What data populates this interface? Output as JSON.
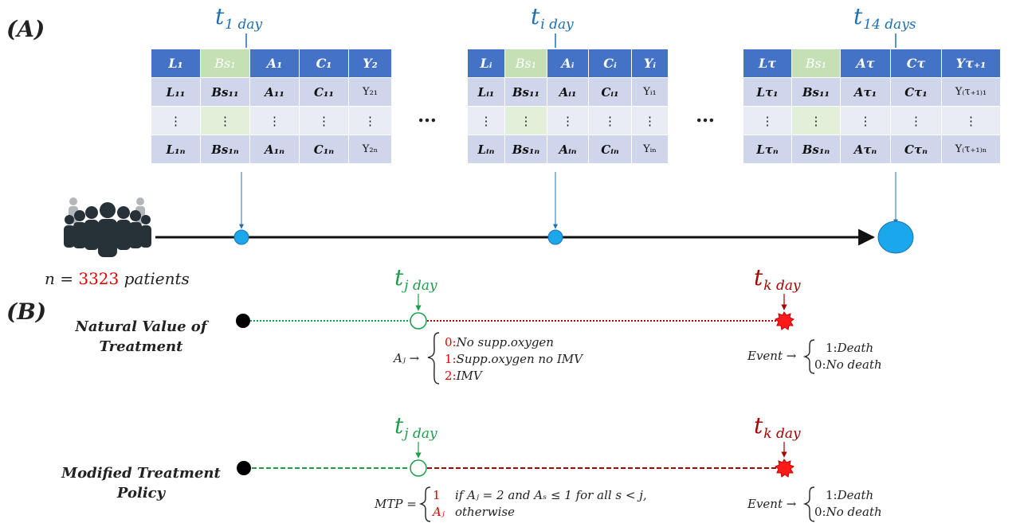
{
  "panel_a_label": "(A)",
  "panel_b_label": "(B)",
  "time_labels_a": [
    {
      "t": "t",
      "sub": "1 day"
    },
    {
      "t": "t",
      "sub": "i day"
    },
    {
      "t": "t",
      "sub": "14 days"
    }
  ],
  "tables": [
    {
      "header": [
        "L₁",
        "Bs₁",
        "A₁",
        "C₁",
        "Y₂"
      ],
      "row1": [
        "L₁₁",
        "Bs₁₁",
        "A₁₁",
        "C₁₁",
        "Y₂₁"
      ],
      "row2": [
        "⋮",
        "⋮",
        "⋮",
        "⋮",
        "⋮"
      ],
      "row3": [
        "L₁ₙ",
        "Bs₁ₙ",
        "A₁ₙ",
        "C₁ₙ",
        "Y₂ₙ"
      ]
    },
    {
      "header": [
        "Lᵢ",
        "Bs₁",
        "Aᵢ",
        "Cᵢ",
        "Yᵢ"
      ],
      "row1": [
        "Lᵢ₁",
        "Bs₁₁",
        "Aᵢ₁",
        "Cᵢ₁",
        "Yᵢ₁"
      ],
      "row2": [
        "⋮",
        "⋮",
        "⋮",
        "⋮",
        "⋮"
      ],
      "row3": [
        "Lᵢₙ",
        "Bs₁ₙ",
        "Aᵢₙ",
        "Cᵢₙ",
        "Yᵢₙ"
      ]
    },
    {
      "header": [
        "Lτ",
        "Bs₁",
        "Aτ",
        "Cτ",
        "Yτ₊₁"
      ],
      "row1": [
        "Lτ₁",
        "Bs₁₁",
        "Aτ₁",
        "Cτ₁",
        "Y₍τ₊₁₎₁"
      ],
      "row2": [
        "⋮",
        "⋮",
        "⋮",
        "⋮",
        "⋮"
      ],
      "row3": [
        "Lτₙ",
        "Bs₁ₙ",
        "Aτₙ",
        "Cτₙ",
        "Y₍τ₊₁₎ₙ"
      ]
    }
  ],
  "ellipsis": "…",
  "n_prefix": "n = ",
  "n_value": "3323",
  "n_suffix": " patients",
  "time_labels_b": {
    "tj": {
      "t": "t",
      "sub": "j day"
    },
    "tk": {
      "t": "t",
      "sub": "k day"
    }
  },
  "row_natural": {
    "label_line1": "Natural Value of",
    "label_line2": "Treatment",
    "aj_label": "Aⱼ →",
    "aj_options": [
      {
        "code": "0:",
        "text": "No supp.oxygen"
      },
      {
        "code": "1:",
        "text": "Supp.oxygen no IMV"
      },
      {
        "code": "2:",
        "text": "IMV"
      }
    ],
    "event_label": "Event →",
    "event_options": [
      {
        "code": "1:",
        "text": "Death"
      },
      {
        "code": "0:",
        "text": "No death"
      }
    ]
  },
  "row_modified": {
    "label_line1": "Modified Treatment",
    "label_line2": "Policy",
    "mtp_label": "MTP =",
    "mtp_cases": [
      {
        "value": "1",
        "cond": "if Aⱼ = 2 and Aₛ ≤ 1 for all s < j,"
      },
      {
        "value": "Aⱼ",
        "cond": "otherwise"
      }
    ],
    "event_label": "Event →",
    "event_options": [
      {
        "code": "1:",
        "text": "Death"
      },
      {
        "code": "0:",
        "text": "No death"
      }
    ]
  },
  "colors": {
    "table_header": "#4472C4",
    "table_row_dark": "#CFD5EA",
    "table_row_light": "#E9EBF5",
    "baseline_col": "#C5E0B4",
    "timepoint_marker": "#1AA7EC",
    "tj_green": "#1E9E4A",
    "tk_red": "#A80000",
    "event_marker": "#FF1A1A"
  }
}
